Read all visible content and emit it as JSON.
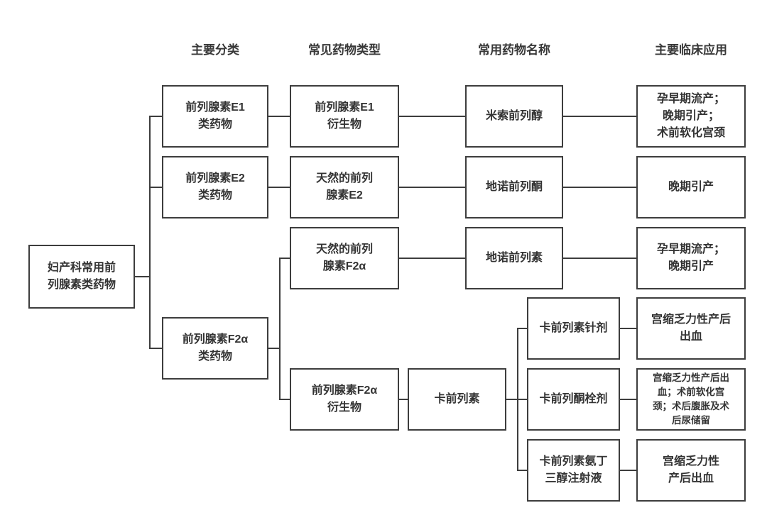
{
  "headers": {
    "classification": "主要分类",
    "drug_type": "常见药物类型",
    "drug_name": "常用药物名称",
    "clinical_application": "主要临床应用"
  },
  "nodes": {
    "root": "妇产科常用前\n列腺素类药物",
    "class_e1": "前列腺素E1\n类药物",
    "class_e2": "前列腺素E2\n类药物",
    "class_f2a": "前列腺素F2α\n类药物",
    "type_e1_derivative": "前列腺素E1\n衍生物",
    "type_natural_e2": "天然的前列\n腺素E2",
    "type_natural_f2a": "天然的前列\n腺素F2α",
    "type_f2a_derivative": "前列腺素F2α\n衍生物",
    "drug_misoprostol": "米索前列醇",
    "drug_dinoprostone": "地诺前列酮",
    "drug_dinoprost": "地诺前列素",
    "drug_carboprost": "卡前列素",
    "form_carboprost_injection": "卡前列素针剂",
    "form_carboprost_suppository": "卡前列酮栓剂",
    "form_carboprost_tromethamine": "卡前列素氨丁\n三醇注射液",
    "app_e1": "孕早期流产；\n晚期引产；\n术前软化宫颈",
    "app_e2": "晚期引产",
    "app_f2a_natural": "孕早期流产；\n晚期引产",
    "app_injection": "宫缩乏力性产后\n出血",
    "app_suppository": "宫缩乏力性产后出\n血；术前软化宫\n颈；术后腹胀及术\n后尿储留",
    "app_tromethamine": "宫缩乏力性\n产后出血"
  },
  "colors": {
    "line": "#3d3d3d",
    "text": "#333333",
    "background": "#ffffff"
  }
}
